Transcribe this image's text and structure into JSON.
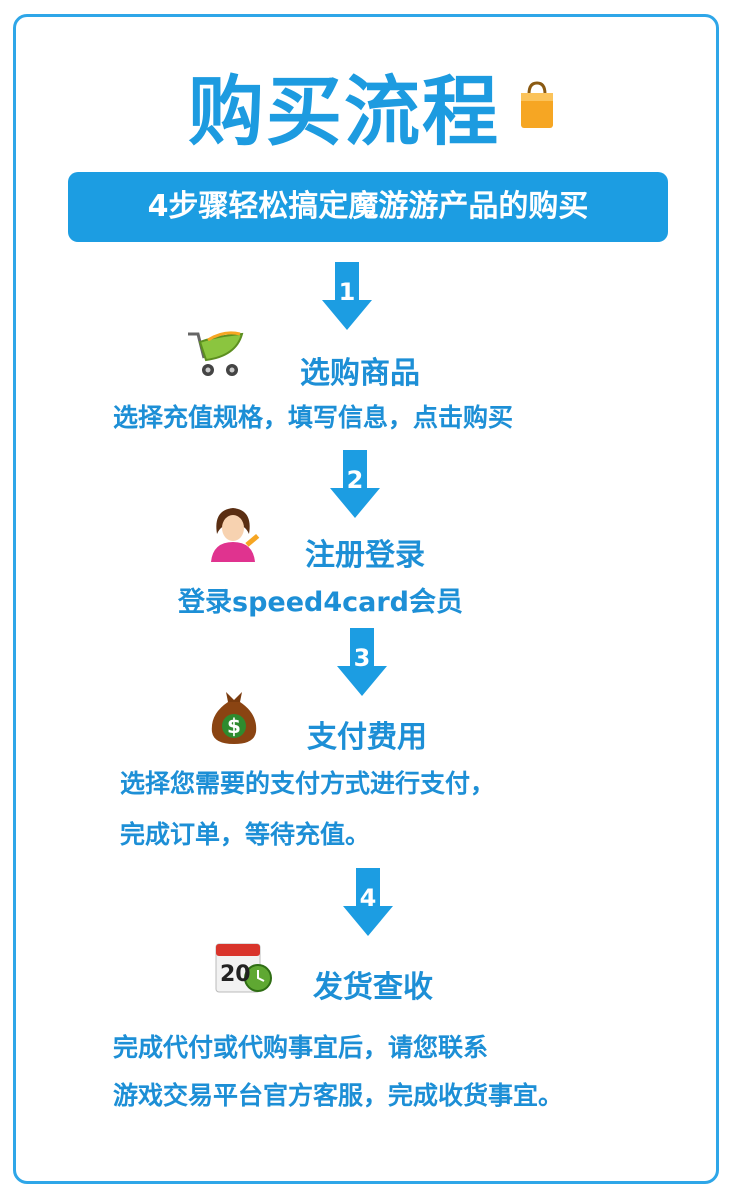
{
  "title": "购买流程",
  "banner": "4步骤轻松搞定魔游游产品的购买",
  "steps": [
    {
      "number": "1",
      "title": "选购商品",
      "lines": [
        "选择充值规格，填写信息，点击购买"
      ],
      "icon": "shopping-cart-icon"
    },
    {
      "number": "2",
      "title": "注册登录",
      "lines": [
        "登录speed4card会员"
      ],
      "icon": "user-avatar-icon"
    },
    {
      "number": "3",
      "title": "支付费用",
      "lines": [
        "选择您需要的支付方式进行支付，",
        "完成订单，等待充值。"
      ],
      "icon": "money-bag-icon"
    },
    {
      "number": "4",
      "title": "发货查收",
      "lines": [
        "完成代付或代购事宜后，请您联系",
        "游戏交易平台官方客服，完成收货事宜。"
      ],
      "icon": "calendar-clock-icon"
    }
  ],
  "calendar_number": "20",
  "colors": {
    "accent": "#1d9be0",
    "banner_bg": "#1c9de2",
    "text_blue": "#1d8fd6",
    "border": "#2ea6e8"
  }
}
